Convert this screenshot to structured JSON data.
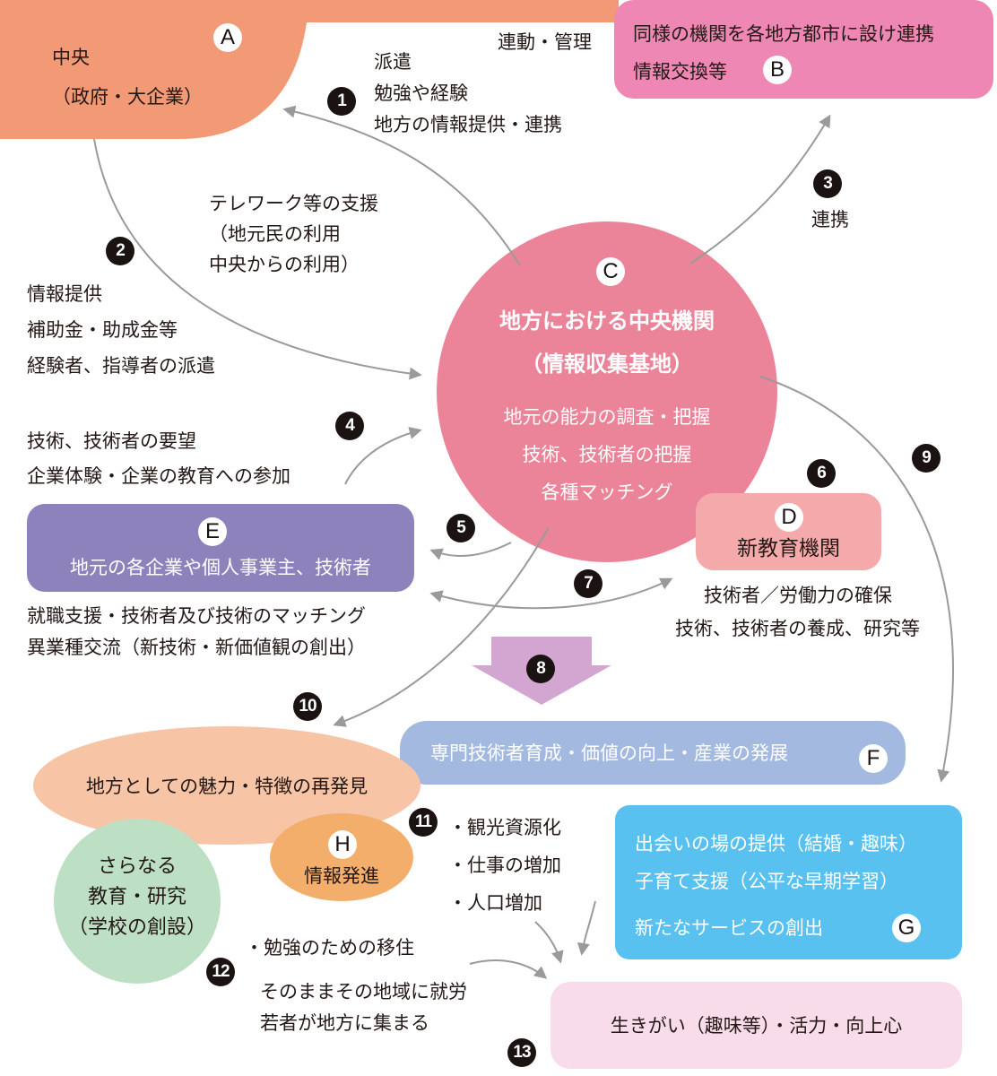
{
  "colors": {
    "A": "#F29A76",
    "B": "#EE87B4",
    "C": "#EC8499",
    "D": "#F4AAAA",
    "E": "#8E82BD",
    "F": "#A3B9E0",
    "G": "#59C1EF",
    "H": "#F4AE6B",
    "peach": "#F7C4A6",
    "green": "#BDE0C4",
    "life": "#F9DCEA",
    "arrow8": "#D2A6D0",
    "arrow": "#9a9a9a"
  },
  "nodes": {
    "A": {
      "letter": "A",
      "lines": [
        "中央",
        "（政府・大企業）"
      ]
    },
    "B": {
      "letter": "B",
      "lines": [
        "同様の機関を各地方都市に設け連携",
        "情報交換等"
      ]
    },
    "C": {
      "letter": "C",
      "title": [
        "地方における中央機関",
        "（情報収集基地）"
      ],
      "lines": [
        "地元の能力の調査・把握",
        "技術、技術者の把握",
        "各種マッチング"
      ]
    },
    "D": {
      "letter": "D",
      "label": "新教育機関"
    },
    "E": {
      "letter": "E",
      "label": "地元の各企業や個人事業主、技術者"
    },
    "F": {
      "letter": "F",
      "label": "専門技術者育成・価値の向上・産業の発展"
    },
    "G": {
      "letter": "G",
      "lines": [
        "出会いの場の提供（結婚・趣味）",
        "子育て支援（公平な早期学習）",
        "新たなサービスの創出"
      ]
    },
    "H": {
      "letter": "H",
      "label": "情報発進"
    },
    "charm": {
      "label": "地方としての魅力・特徴の再発見"
    },
    "edu": {
      "lines": [
        "さらなる",
        "教育・研究",
        "（学校の創設）"
      ]
    },
    "life": {
      "label": "生きがい（趣味等）・活力・向上心"
    }
  },
  "labels": {
    "link_top": "連動・管理",
    "n1": [
      "派遣",
      "勉強や経験",
      "地方の情報提供・連携"
    ],
    "telework": [
      "テレワーク等の支援",
      "（地元民の利用",
      "中央からの利用）"
    ],
    "n2": [
      "情報提供",
      "補助金・助成金等",
      "経験者、指導者の派遣"
    ],
    "n3": "連携",
    "n4": [
      "技術、技術者の要望",
      "企業体験・企業の教育への参加"
    ],
    "e_below": [
      "就職支援・技術者及び技術のマッチング",
      "異業種交流（新技術・新価値観の創出）"
    ],
    "d_below": [
      "技術者／労働力の確保",
      "技術、技術者の養成、研究等"
    ],
    "n11": [
      "・観光資源化",
      "・仕事の増加",
      "・人口増加"
    ],
    "n12": [
      "・勉強のための移住",
      "そのままその地域に就労",
      "若者が地方に集まる"
    ]
  },
  "numbers": [
    "1",
    "2",
    "3",
    "4",
    "5",
    "6",
    "7",
    "8",
    "9",
    "10",
    "11",
    "12",
    "13"
  ]
}
